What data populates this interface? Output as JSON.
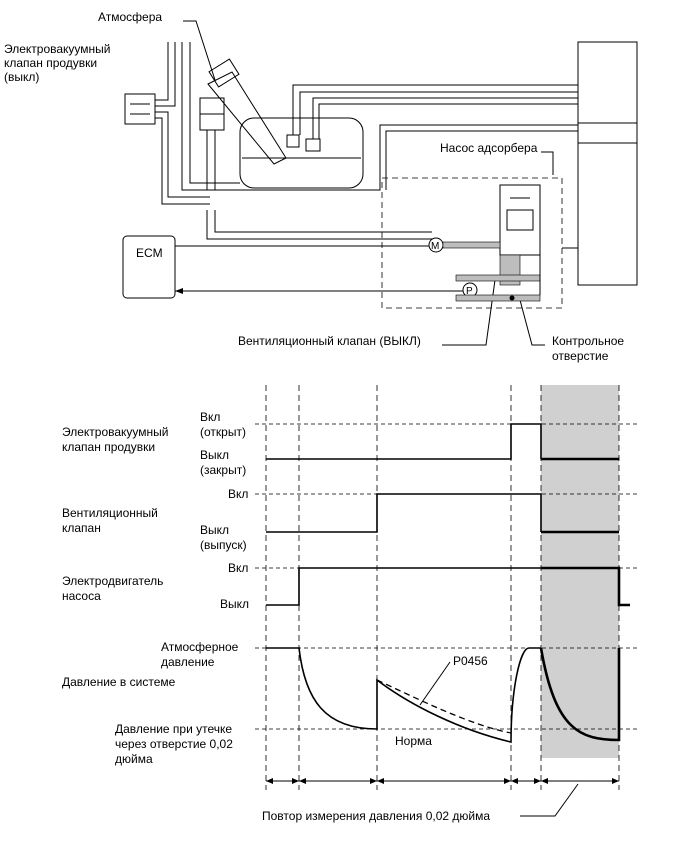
{
  "system": {
    "atmosphere_label": "Атмосфера",
    "purge_vsv_label": [
      "Электровакуумный",
      "клапан продувки",
      "(выкл)"
    ],
    "canister_pump_label": "Насос адсорбера",
    "ecm_label": "ECM",
    "vent_valve_label": "Вентиляционный клапан (ВЫКЛ)",
    "reference_orifice_label": [
      "Контрольное",
      "отверстие"
    ],
    "motor_symbol": "M",
    "pressure_symbol": "P"
  },
  "timing": {
    "purge_vsv": {
      "label": [
        "Электровакуумный",
        "клапан продувки"
      ],
      "on_label": [
        "Вкл",
        "(открыт)"
      ],
      "off_label": [
        "Выкл",
        "(закрыт)"
      ]
    },
    "vent_valve": {
      "label": [
        "Вентиляционный",
        "клапан"
      ],
      "on_label": "Вкл",
      "off_label": [
        "Выкл",
        "(выпуск)"
      ]
    },
    "pump_motor": {
      "label": [
        "Электродвигатель",
        "насоса"
      ],
      "on_label": "Вкл",
      "off_label": "Выкл"
    },
    "pressure": {
      "atm_label": [
        "Атмосферное",
        "давление"
      ],
      "system_label": "Давление в системе",
      "leak_label": [
        "Давление при утечке",
        "через отверстие 0,02",
        "дюйма"
      ],
      "dtc_label": "P0456",
      "normal_label": "Норма"
    },
    "repeat_label": "Повтор измерения давления 0,02 дюйма"
  },
  "colors": {
    "shade": "#d0d0d0",
    "line": "#000000",
    "pipe_fill": "#bdbdbd"
  }
}
